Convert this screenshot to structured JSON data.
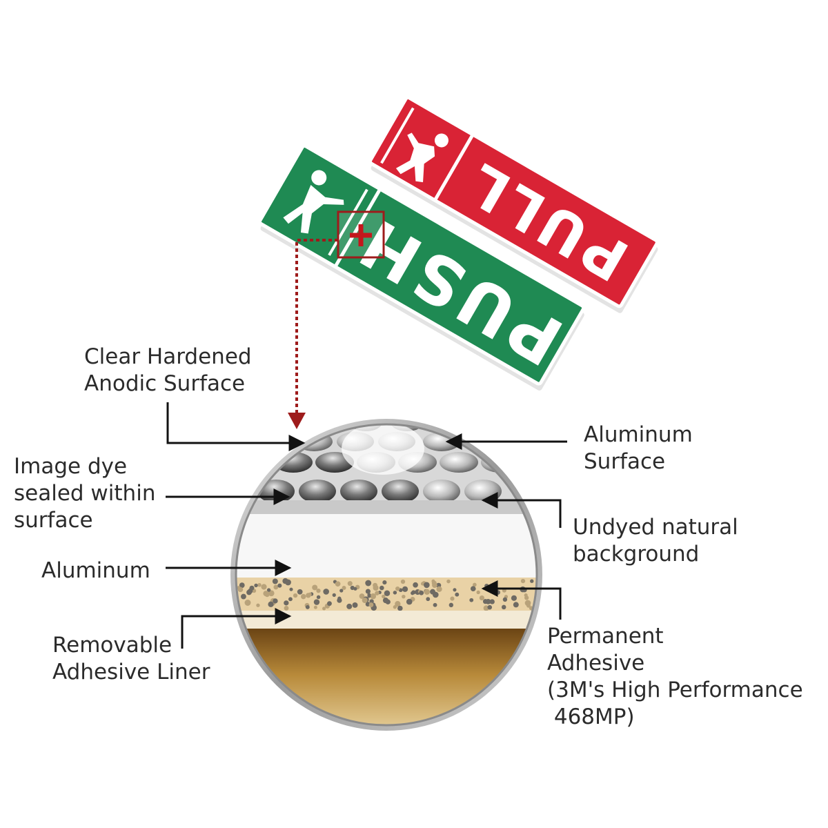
{
  "signs": {
    "push": {
      "text": "PUSH",
      "color": "#1f8a53"
    },
    "pull": {
      "text": "PULL",
      "color": "#d92335"
    }
  },
  "labels": {
    "clear_hardened": [
      "Clear Hardened",
      "Anodic Surface"
    ],
    "aluminum_surface": [
      "Aluminum",
      "Surface"
    ],
    "image_dye": [
      "Image dye",
      "sealed within",
      "surface"
    ],
    "undyed": [
      "Undyed natural",
      "background"
    ],
    "aluminum": [
      "Aluminum"
    ],
    "removable_liner": [
      "Removable",
      "Adhesive Liner"
    ],
    "permanent_adhesive": [
      "Permanent",
      "Adhesive",
      "(3M's High Performance",
      " 468MP)"
    ]
  },
  "colors": {
    "callout": "#9e1b1b",
    "adhesive": "#e9d2a6",
    "liner": "#9a6a2a"
  }
}
